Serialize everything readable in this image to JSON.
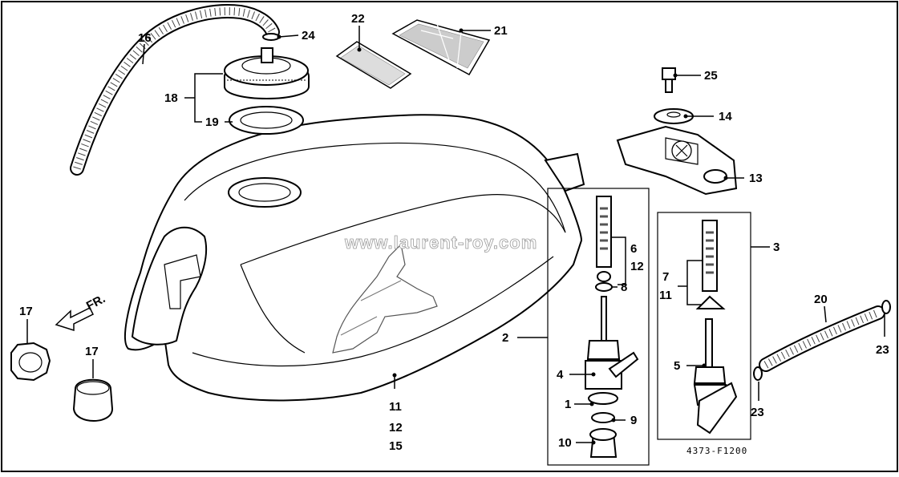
{
  "diagram": {
    "watermark": "www.laurent-roy.com",
    "drawing_code": "4373-F1200",
    "direction_label": "FR.",
    "callouts": {
      "c1": "1",
      "c2": "2",
      "c3": "3",
      "c4": "4",
      "c5": "5",
      "c6": "6",
      "c7": "7",
      "c8": "8",
      "c9": "9",
      "c10": "10",
      "c11_main": "11",
      "c11_right": "11",
      "c12_main": "12",
      "c12_right": "12",
      "c13": "13",
      "c14": "14",
      "c15": "15",
      "c16": "16",
      "c17_a": "17",
      "c17_b": "17",
      "c18": "18",
      "c19": "19",
      "c20": "20",
      "c21": "21",
      "c22": "22",
      "c23_a": "23",
      "c23_b": "23",
      "c24": "24",
      "c25": "25"
    }
  }
}
